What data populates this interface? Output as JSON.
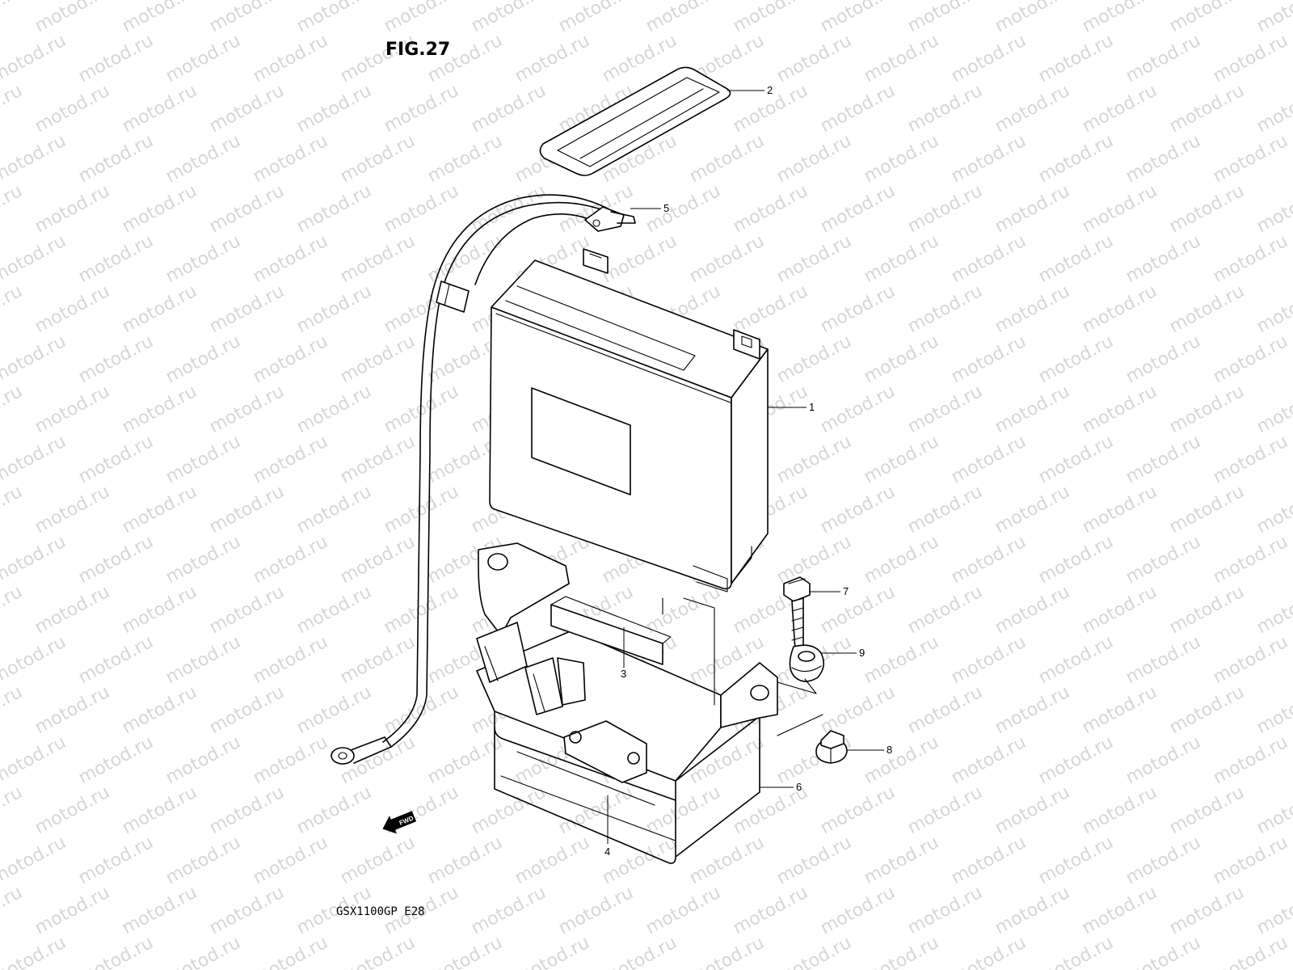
{
  "figure": {
    "title": "FIG.27",
    "model_code": "GSX1100GP E28",
    "watermark_text": "motod.ru",
    "fwd_label": "FWD"
  },
  "callouts": [
    {
      "id": "1",
      "label": "1"
    },
    {
      "id": "2",
      "label": "2"
    },
    {
      "id": "3",
      "label": "3"
    },
    {
      "id": "4",
      "label": "4"
    },
    {
      "id": "5",
      "label": "5"
    },
    {
      "id": "6",
      "label": "6"
    },
    {
      "id": "7",
      "label": "7"
    },
    {
      "id": "8",
      "label": "8"
    },
    {
      "id": "9",
      "label": "9"
    }
  ],
  "colors": {
    "line": "#000000",
    "watermark": "#d6d6d6",
    "background": "#ffffff"
  }
}
